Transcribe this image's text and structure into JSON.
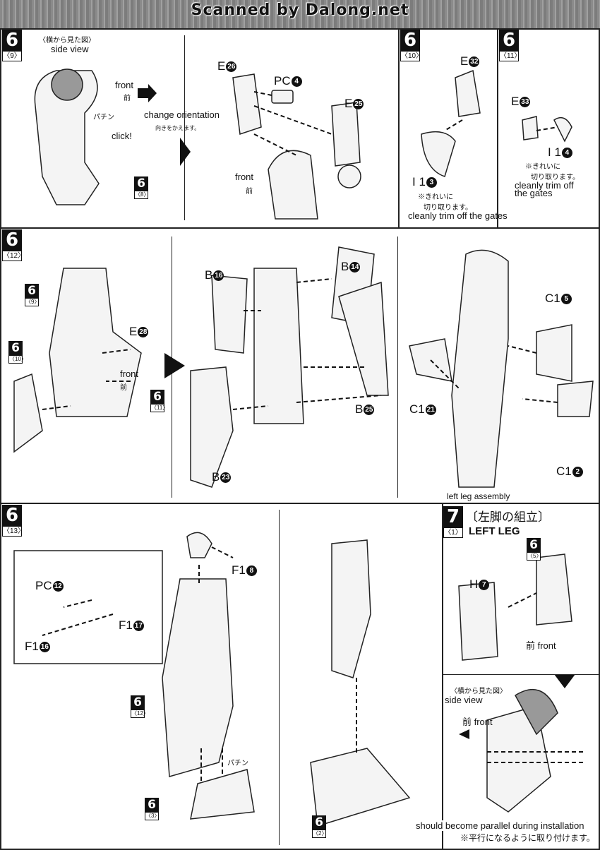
{
  "header": {
    "watermark": "Scanned by Dalong.net"
  },
  "row1": {
    "step_a": {
      "num": "6",
      "sub": "〈9〉"
    },
    "side_view_jp": "〈横から見た図〉",
    "side_view": "side view",
    "front": "front",
    "front_jp": "前",
    "click_jp": "パチン",
    "click": "click!",
    "change_orientation": "change orientation",
    "change_orientation_jp": "向きをかえます。",
    "ref_8": {
      "num": "6",
      "sub": "〈8〉"
    },
    "e26": {
      "letter": "E",
      "num": "26"
    },
    "pc4": {
      "letter": "PC",
      "num": "4"
    },
    "e25": {
      "letter": "E",
      "num": "25"
    },
    "front2": "front",
    "front2_jp": "前",
    "step_b": {
      "num": "6",
      "sub": "〈10〉"
    },
    "e32": {
      "letter": "E",
      "num": "32"
    },
    "i13": {
      "letter": "I 1",
      "num": "3"
    },
    "trim_jp1": "※きれいに",
    "trim_jp2": "切り取ります。",
    "trim_en": "cleanly trim off the gates",
    "step_c": {
      "num": "6",
      "sub": "〈11〉"
    },
    "e33": {
      "letter": "E",
      "num": "33"
    },
    "i14": {
      "letter": "I 1",
      "num": "4"
    },
    "trim2_jp1": "※きれいに",
    "trim2_jp2": "切り取ります。",
    "trim2_en1": "cleanly trim off",
    "trim2_en2": "the gates"
  },
  "row2": {
    "step": {
      "num": "6",
      "sub": "〈12〉"
    },
    "ref_9": {
      "num": "6",
      "sub": "〈9〉"
    },
    "ref_10": {
      "num": "6",
      "sub": "〈10〉"
    },
    "ref_11": {
      "num": "6",
      "sub": "〈11〉"
    },
    "e28": {
      "letter": "E",
      "num": "28"
    },
    "front": "front",
    "front_jp": "前",
    "b16": {
      "letter": "B",
      "num": "16"
    },
    "b14": {
      "letter": "B",
      "num": "14"
    },
    "b25": {
      "letter": "B",
      "num": "25"
    },
    "b23": {
      "letter": "B",
      "num": "23"
    },
    "c15": {
      "letter": "C1",
      "num": "5"
    },
    "c121": {
      "letter": "C1",
      "num": "21"
    },
    "c12": {
      "letter": "C1",
      "num": "2"
    },
    "left_leg_assembly": "left leg assembly"
  },
  "row3": {
    "step": {
      "num": "6",
      "sub": "〈13〉"
    },
    "f18": {
      "letter": "F1",
      "num": "8"
    },
    "pc12": {
      "letter": "PC",
      "num": "12"
    },
    "f117": {
      "letter": "F1",
      "num": "17"
    },
    "f116": {
      "letter": "F1",
      "num": "16"
    },
    "ref_12": {
      "num": "6",
      "sub": "〈12〉"
    },
    "click_jp": "パチン",
    "ref_3": {
      "num": "6",
      "sub": "〈3〉"
    },
    "ref_2": {
      "num": "6",
      "sub": "〈2〉"
    },
    "step7": {
      "num": "7",
      "sub": "〈1〉"
    },
    "title_jp": "〔左脚の組立〕",
    "title": "LEFT LEG",
    "ref_5": {
      "num": "6",
      "sub": "〈5〉"
    },
    "h7": {
      "letter": "H",
      "num": "7"
    },
    "front_combo": "前 front",
    "side_view_jp": "〈横から見た図〉",
    "side_view": "side view",
    "front2": "前 front",
    "parallel_en": "should become parallel during installation",
    "parallel_jp": "※平行になるように取り付けます。"
  }
}
